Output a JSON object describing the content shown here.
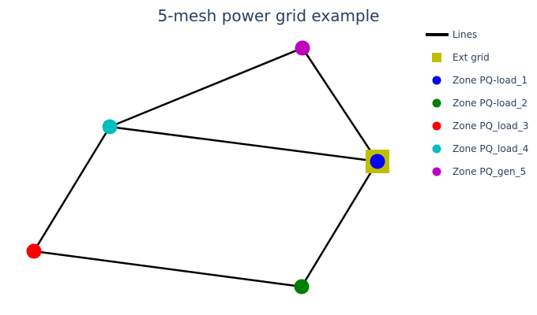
{
  "title": "5-mesh power grid example",
  "legend": [
    {
      "label": "Lines",
      "symbol": "line",
      "color": "#000000"
    },
    {
      "label": "Ext grid",
      "symbol": "square",
      "color": "#bfbf00"
    },
    {
      "label": "Zone PQ-load_1",
      "symbol": "circle",
      "color": "#0000ff"
    },
    {
      "label": "Zone PQ-load_2",
      "symbol": "circle",
      "color": "#008000"
    },
    {
      "label": "Zone PQ_load_3",
      "symbol": "circle",
      "color": "#ff0000"
    },
    {
      "label": "Zone PQ_load_4",
      "symbol": "circle",
      "color": "#00bfbf"
    },
    {
      "label": "Zone PQ_gen_5",
      "symbol": "circle",
      "color": "#bf00bf"
    }
  ],
  "nodes": [
    {
      "id": "1",
      "name": "Zone PQ-load_1",
      "color": "#0000ff",
      "ext_grid": true
    },
    {
      "id": "2",
      "name": "Zone PQ-load_2",
      "color": "#008000",
      "ext_grid": false
    },
    {
      "id": "3",
      "name": "Zone PQ_load_3",
      "color": "#ff0000",
      "ext_grid": false
    },
    {
      "id": "4",
      "name": "Zone PQ_load_4",
      "color": "#00bfbf",
      "ext_grid": false
    },
    {
      "id": "5",
      "name": "Zone PQ_gen_5",
      "color": "#bf00bf",
      "ext_grid": false
    }
  ],
  "edges": [
    {
      "from": "5",
      "to": "1"
    },
    {
      "from": "5",
      "to": "4"
    },
    {
      "from": "4",
      "to": "1"
    },
    {
      "from": "4",
      "to": "3"
    },
    {
      "from": "3",
      "to": "2"
    },
    {
      "from": "2",
      "to": "1"
    }
  ]
}
